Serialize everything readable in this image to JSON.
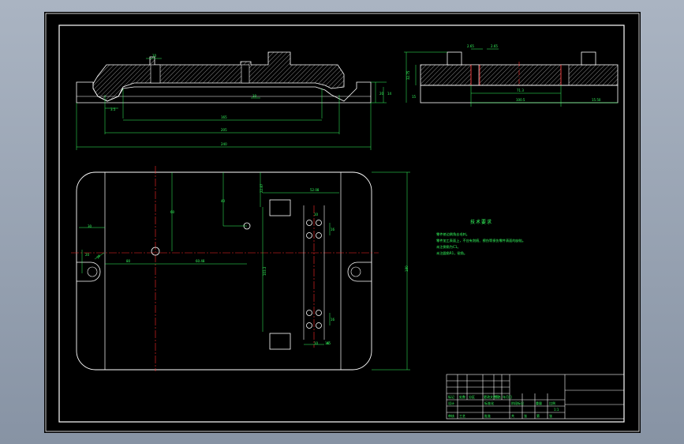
{
  "drawing": {
    "title": "技术要求",
    "notes": [
      "零件棱边倒角去毛刺。",
      "零件加工表面上，不应有划痕、擦伤等损伤零件表面的缺陷。",
      "未注倒角为C1。",
      "未注圆角R1，锐角。"
    ]
  },
  "front_view": {
    "dims": [
      "10",
      "10",
      "3.5",
      "20",
      "14",
      "165",
      "205",
      "240"
    ]
  },
  "side_view": {
    "dims": [
      "2.65",
      "2.65",
      "32.75",
      "15",
      "71.3",
      "100.5",
      "15.50"
    ]
  },
  "top_view": {
    "dims": [
      "20",
      "60",
      "30",
      "40",
      "22.87",
      "52.08",
      "80",
      "16",
      "10",
      "28",
      "60.48",
      "103.3",
      "16",
      "10",
      "16",
      "45",
      "180"
    ]
  },
  "title_block": {
    "cells": [
      "标记",
      "处数",
      "分区",
      "更改文件号",
      "签名",
      "年月日",
      "设计",
      "标准化",
      "阶段标记",
      "重量",
      "比例",
      "审核",
      "工艺",
      "批准",
      "共",
      "张",
      "第",
      "张",
      "1:1"
    ]
  },
  "colors": {
    "paper": "#000000",
    "outline": "#ffffff",
    "dimension": "#35ff5f",
    "centerline": "#ff2a2a",
    "hatch": "#ffffff"
  }
}
